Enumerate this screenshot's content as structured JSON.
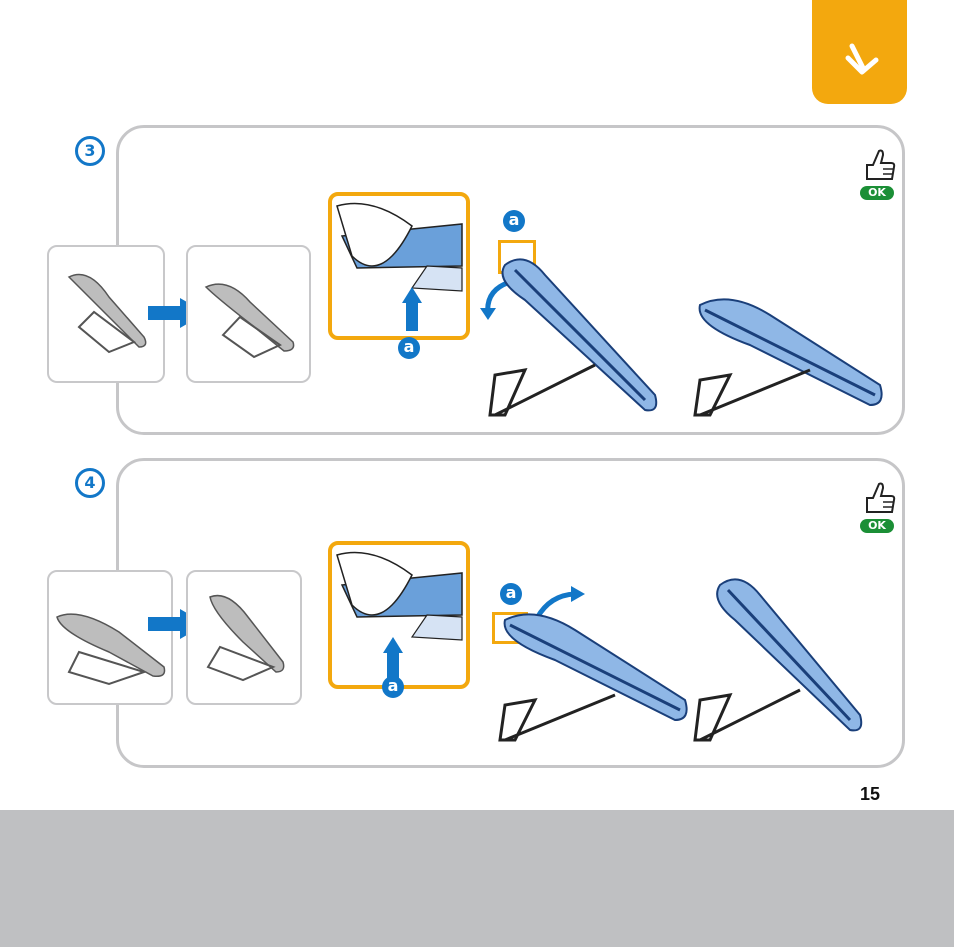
{
  "colors": {
    "accent_orange": "#f3a80e",
    "brand_blue": "#1277c8",
    "ok_green": "#1b8f36",
    "panel_border": "#c6c6c8",
    "footer_gray": "#bfc0c2"
  },
  "icons": {
    "tab_icon": "tool-icon",
    "ok_icon": "thumbs-up-icon",
    "arrow_icon": "arrow-right-icon",
    "rotate_icon": "rotate-arrow-icon"
  },
  "steps": [
    {
      "number": "3",
      "ok_label": "OK",
      "marker_label": "a",
      "detail_marker_label": "a"
    },
    {
      "number": "4",
      "ok_label": "OK",
      "marker_label": "a",
      "detail_marker_label": "a"
    }
  ],
  "page_number": "15"
}
